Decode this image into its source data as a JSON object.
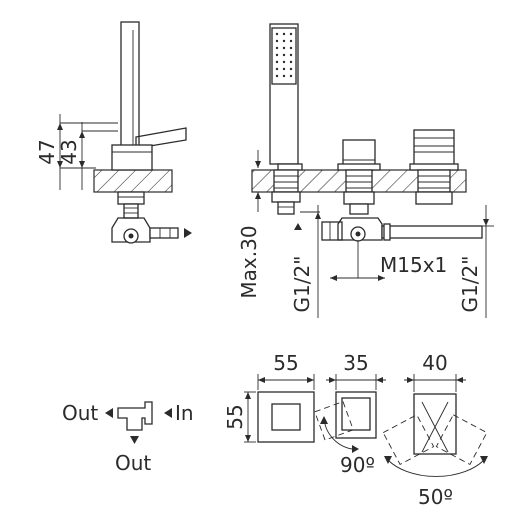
{
  "dimensions": {
    "left_height_outer": "47",
    "left_height_inner": "43",
    "deck_max": "Max.30",
    "thread_left": "G1/2\"",
    "thread_middle": "M15x1",
    "thread_right": "G1/2\"",
    "square_width": "55",
    "square_height": "55",
    "handle_a_width": "35",
    "handle_b_width": "40",
    "rotation_a": "90º",
    "rotation_b": "50º"
  },
  "flow_labels": {
    "out_left": "Out",
    "in_right": "In",
    "out_bottom": "Out"
  },
  "colors": {
    "line": "#2b2b2b",
    "background": "#ffffff"
  }
}
